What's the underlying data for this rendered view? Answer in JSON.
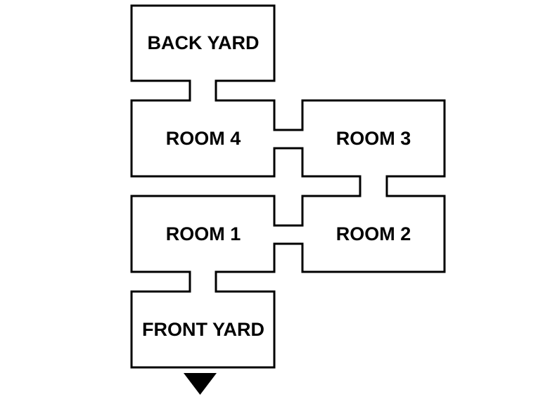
{
  "rooms": {
    "back_yard": "BACK YARD",
    "room_4": "ROOM 4",
    "room_3": "ROOM 3",
    "room_1": "ROOM 1",
    "room_2": "ROOM 2",
    "front_yard": "FRONT YARD"
  },
  "icons": {
    "entrance": "down-triangle-icon"
  },
  "colors": {
    "walls": "#000000",
    "background": "#ffffff"
  }
}
